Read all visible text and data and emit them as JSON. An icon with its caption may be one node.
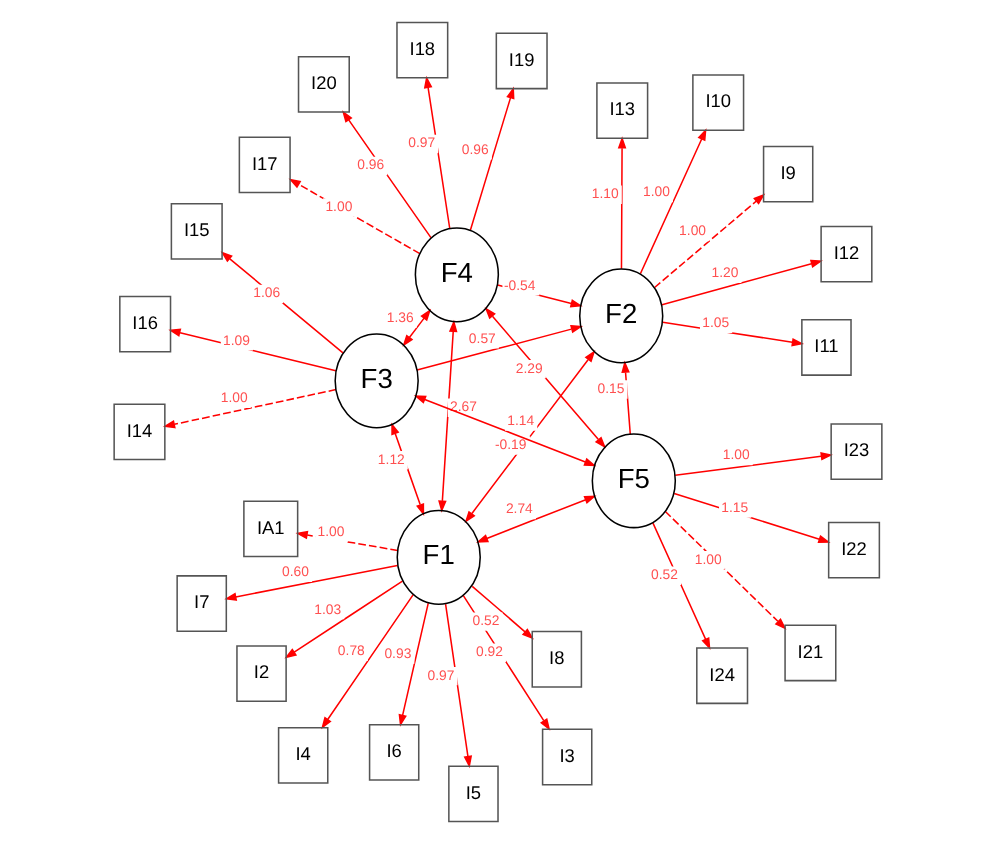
{
  "diagram": {
    "nodes": [
      {
        "text": [
          "F1"
        ]
      },
      {
        "text": [
          "F2"
        ]
      },
      {
        "text": [
          "F3"
        ]
      },
      {
        "text": [
          "F4"
        ]
      },
      {
        "text": [
          "F5"
        ]
      },
      {
        "text": [
          "IA1"
        ]
      },
      {
        "text": [
          "I2"
        ]
      },
      {
        "text": [
          "I3"
        ]
      },
      {
        "text": [
          "I4"
        ]
      },
      {
        "text": [
          "I5"
        ]
      },
      {
        "text": [
          "I6"
        ]
      },
      {
        "text": [
          "I7"
        ]
      },
      {
        "text": [
          "I8"
        ]
      },
      {
        "text": [
          "I9"
        ]
      },
      {
        "text": [
          "I10"
        ]
      },
      {
        "text": [
          "I11"
        ]
      },
      {
        "text": [
          "I12"
        ]
      },
      {
        "text": [
          "I13"
        ]
      },
      {
        "text": [
          "I14"
        ]
      },
      {
        "text": [
          "I15"
        ]
      },
      {
        "text": [
          "I16"
        ]
      },
      {
        "text": [
          "I17"
        ]
      },
      {
        "text": [
          "I18"
        ]
      },
      {
        "text": [
          "I19"
        ]
      },
      {
        "text": [
          "I20"
        ]
      },
      {
        "text": [
          "I21"
        ]
      },
      {
        "text": [
          "I22"
        ]
      },
      {
        "text": [
          "I23"
        ]
      },
      {
        "text": [
          "I24"
        ]
      }
    ],
    "edges": [
      {
        "from": 0,
        "to": 5,
        "arrow": "to",
        "label": "1.00",
        "style": "dashed"
      },
      {
        "from": 0,
        "to": 6,
        "arrow": "to",
        "label": "1.03"
      },
      {
        "from": 0,
        "to": 7,
        "arrow": "to",
        "label": "0.92"
      },
      {
        "from": 0,
        "to": 8,
        "arrow": "to",
        "label": "0.78"
      },
      {
        "from": 0,
        "to": 9,
        "arrow": "to",
        "label": "0.97"
      },
      {
        "from": 0,
        "to": 10,
        "arrow": "to",
        "label": "0.93"
      },
      {
        "from": 0,
        "to": 11,
        "arrow": "to",
        "label": "0.60"
      },
      {
        "from": 0,
        "to": 12,
        "arrow": "to",
        "label": "0.52"
      },
      {
        "from": 1,
        "to": 13,
        "arrow": "to",
        "label": "1.00",
        "style": "dashed"
      },
      {
        "from": 1,
        "to": 14,
        "arrow": "to",
        "label": "1.00"
      },
      {
        "from": 1,
        "to": 15,
        "arrow": "to",
        "label": "1.05"
      },
      {
        "from": 1,
        "to": 16,
        "arrow": "to",
        "label": "1.20"
      },
      {
        "from": 1,
        "to": 17,
        "arrow": "to",
        "label": "1.10"
      },
      {
        "from": 2,
        "to": 18,
        "arrow": "to",
        "label": "1.00",
        "style": "dashed"
      },
      {
        "from": 2,
        "to": 19,
        "arrow": "to",
        "label": "1.06"
      },
      {
        "from": 2,
        "to": 20,
        "arrow": "to",
        "label": "1.09"
      },
      {
        "from": 3,
        "to": 21,
        "arrow": "to",
        "label": "1.00",
        "style": "dashed"
      },
      {
        "from": 3,
        "to": 22,
        "arrow": "to",
        "label": "0.97"
      },
      {
        "from": 3,
        "to": 23,
        "arrow": "to",
        "label": "0.96"
      },
      {
        "from": 3,
        "to": 24,
        "arrow": "to",
        "label": "0.96"
      },
      {
        "from": 4,
        "to": 25,
        "arrow": "to",
        "label": "1.00",
        "style": "dashed"
      },
      {
        "from": 4,
        "to": 26,
        "arrow": "to",
        "label": "1.15"
      },
      {
        "from": 4,
        "to": 27,
        "arrow": "to",
        "label": "1.00"
      },
      {
        "from": 4,
        "to": 28,
        "arrow": "to",
        "label": "0.52"
      },
      {
        "from": 4,
        "to": 0,
        "arrow": "both",
        "label": "2.74"
      },
      {
        "from": 3,
        "to": 0,
        "arrow": "both",
        "label": "2.67"
      },
      {
        "from": 4,
        "to": 3,
        "arrow": "both",
        "label": "2.29"
      },
      {
        "from": 4,
        "to": 1,
        "arrow": "to",
        "label": "0.15"
      },
      {
        "from": 0,
        "to": 1,
        "arrow": "both",
        "label": "-0.19"
      },
      {
        "from": 4,
        "to": 2,
        "arrow": "both",
        "label": "1.14"
      },
      {
        "from": 0,
        "to": 2,
        "arrow": "both",
        "label": "1.12"
      },
      {
        "from": 3,
        "to": 1,
        "arrow": "to",
        "label": "-0.54"
      },
      {
        "from": 3,
        "to": 2,
        "arrow": "both",
        "label": "1.36"
      },
      {
        "from": 2,
        "to": 1,
        "arrow": "to",
        "label": "0.57"
      }
    ]
  }
}
